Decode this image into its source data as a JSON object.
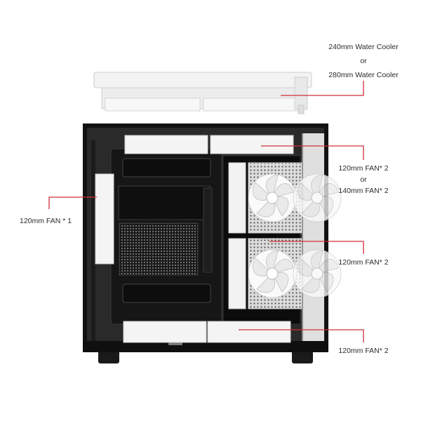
{
  "callouts": {
    "top_radiator": {
      "line1": "240mm Water Cooler",
      "or": "or",
      "line2": "280mm Water Cooler"
    },
    "side_rear_fan": {
      "text": "120mm FAN * 1"
    },
    "top_fans": {
      "line1": "120mm FAN* 2",
      "or": "or",
      "line2": "140mm FAN* 2"
    },
    "mid_fans": {
      "text": "120mm FAN* 2"
    },
    "bottom_fans": {
      "text": "120mm FAN* 2"
    }
  },
  "colors": {
    "callout_line": "#d0303a",
    "case_body": "#111111",
    "fan_white": "#f4f4f4"
  }
}
